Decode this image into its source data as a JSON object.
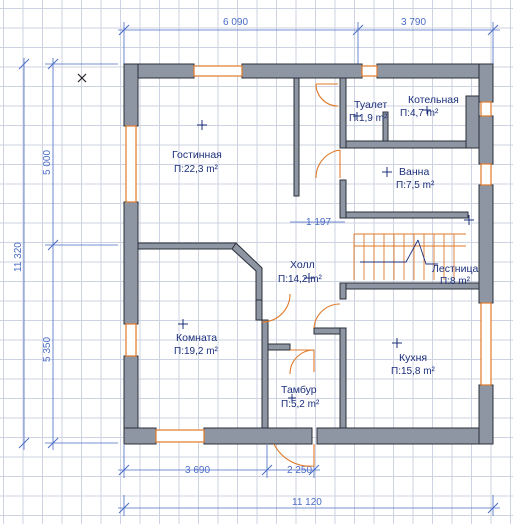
{
  "dimensions": {
    "top_left": "6 090",
    "top_right": "3 790",
    "left_upper": "5 000",
    "left_total": "11 320",
    "left_lower": "5 350",
    "inner_hall": "1 197",
    "bottom_left": "3 690",
    "bottom_door": "2 250",
    "bottom_total": "11 120"
  },
  "rooms": {
    "living": {
      "name": "Гостинная",
      "area": "П:22,3 m²"
    },
    "toilet": {
      "name": "Туалет",
      "area": "П:1,9 m²"
    },
    "boiler": {
      "name": "Котельная",
      "area": "П:4,7 m²"
    },
    "bath": {
      "name": "Ванна",
      "area": "П:7,5 m²"
    },
    "hall": {
      "name": "Холл",
      "area": "П:14,2 m²"
    },
    "stairs": {
      "name": "Лестница",
      "area": "П:8 m²"
    },
    "room": {
      "name": "Комната",
      "area": "П:19,2 m²"
    },
    "kitchen": {
      "name": "Кухня",
      "area": "П:15,8 m²"
    },
    "vestibule": {
      "name": "Тамбур",
      "area": "П:5,2 m²"
    }
  },
  "colors": {
    "wall": "#8e96a3",
    "window_door": "#e07a2a",
    "dimension": "#4a6cc7",
    "label": "#1c2f7a"
  }
}
